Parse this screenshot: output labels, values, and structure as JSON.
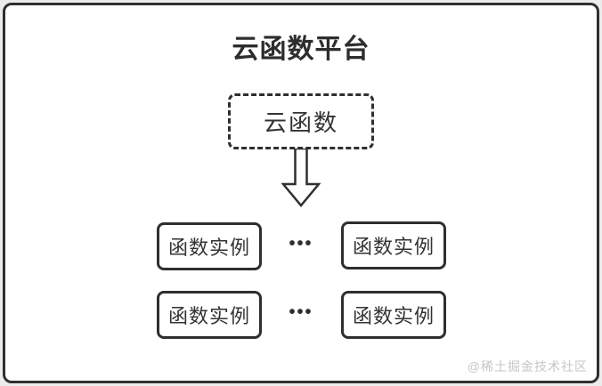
{
  "diagram": {
    "title": "云函数平台",
    "source_node": {
      "label": "云函数"
    },
    "instance_rows": [
      {
        "left": "函数实例",
        "dots": "•••",
        "right": "函数实例"
      },
      {
        "left": "函数实例",
        "dots": "•••",
        "right": "函数实例"
      }
    ],
    "watermark": "@稀土掘金技术社区",
    "colors": {
      "frame_border": "#2f2f2f",
      "node_border": "#2f2f2f",
      "text": "#333333",
      "title_text": "#2d2d2d",
      "watermark_text": "#c6c6c6",
      "canvas_background": "#ffffff",
      "page_background": "#ececec"
    }
  }
}
